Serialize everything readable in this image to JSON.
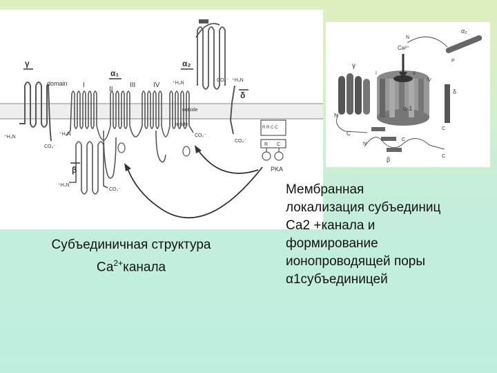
{
  "left_figure": {
    "labels": {
      "gamma": "γ",
      "alpha1": "α₁",
      "alpha2": "α₂",
      "delta": "δ",
      "beta": "β",
      "domain": "domain",
      "I": "I",
      "II": "II",
      "III": "III",
      "IV": "IV",
      "outside": "outside",
      "inside": "inside",
      "h3n_gamma": "⁺H₃N",
      "co2_gamma": "CO₂⁻",
      "h3n_a1": "⁺H₃N",
      "h3n_a2": "⁺H₃N",
      "co2_a2": "CO₂⁻",
      "h3n_delta": "⁺H₃N",
      "co2_a1": "CO₂⁻",
      "co2_delta": "CO₂⁻",
      "h3n_beta": "⁺H₃N",
      "co2_beta": "CO₂⁻",
      "pka": "PKA",
      "rc": "R R C C",
      "r": "R",
      "c": "C"
    }
  },
  "right_figure": {
    "labels": {
      "alpha2": "α₂",
      "ca": "Ca²⁺",
      "n_top": "N",
      "gamma": "γ",
      "I": "I",
      "II": "II",
      "IV": "IV",
      "alpha1": "α-1",
      "delta": "δ",
      "n_gamma": "N",
      "c_gamma": "C",
      "c_delta": "C",
      "n_beta": "N",
      "c_beta1": "C",
      "c_beta2": "C",
      "beta": "β",
      "p": "P"
    }
  },
  "caption_left": {
    "line1": "Субъединичная структура",
    "prefix": "Са",
    "sup": "2+",
    "suffix": "канала"
  },
  "caption_right": {
    "line1": "Мембранная",
    "line2": "локализация субъединиц",
    "line3": "Са2 +канала и",
    "line4": "формирование",
    "line5": "ионопроводящей поры",
    "line6": "α1субъединицей"
  }
}
